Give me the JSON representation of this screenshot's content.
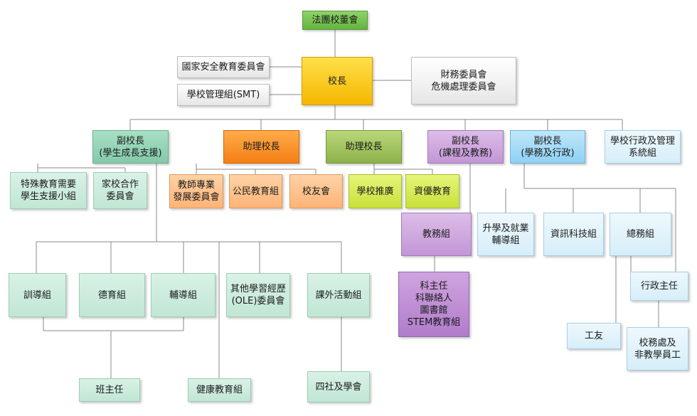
{
  "colors": {
    "line": "#8a8a8a"
  },
  "nodes": {
    "sponsor": [
      "法團校董會"
    ],
    "security": [
      "國家安全教育委員會"
    ],
    "smt": [
      "學校管理組(SMT)"
    ],
    "principal": [
      "校長"
    ],
    "finance": [
      "財務委員會",
      "危機處理委員會"
    ],
    "vp_student": [
      "副校長",
      "(學生成長支援)"
    ],
    "ap1": [
      "助理校長"
    ],
    "ap2": [
      "助理校長"
    ],
    "vp_curriculum": [
      "副校長",
      "(課程及教務)"
    ],
    "vp_admin": [
      "副校長",
      "(學務及行政)"
    ],
    "admin_system": [
      "學校行政及管理",
      "系統組"
    ],
    "sen": [
      "特殊教育需要",
      "學生支援小組"
    ],
    "parent": [
      "家校合作",
      "委員會"
    ],
    "teacher_dev": [
      "教師專業",
      "發展委員會"
    ],
    "civic": [
      "公民教育組"
    ],
    "alumni": [
      "校友會"
    ],
    "promo": [
      "學校推廣"
    ],
    "gifted": [
      "資優教育"
    ],
    "academic": [
      "教務組"
    ],
    "subject_heads": [
      "科主任",
      "科聯絡人",
      "圖書館",
      "STEM教育組"
    ],
    "further_study": [
      "升學及就業",
      "輔導組"
    ],
    "it": [
      "資訊科技組"
    ],
    "general": [
      "總務組"
    ],
    "discipline": [
      "訓導組"
    ],
    "moral": [
      "德育組"
    ],
    "counselling": [
      "輔導組"
    ],
    "ole": [
      "其他學習經歷",
      "(OLE)委員會"
    ],
    "eca": [
      "課外活動組"
    ],
    "class_teacher": [
      "班主任"
    ],
    "health": [
      "健康教育組"
    ],
    "houses": [
      "四社及學會"
    ],
    "exec_officer": [
      "行政主任"
    ],
    "janitor": [
      "工友"
    ],
    "office_staff": [
      "校務處及",
      "非教學員工"
    ]
  }
}
